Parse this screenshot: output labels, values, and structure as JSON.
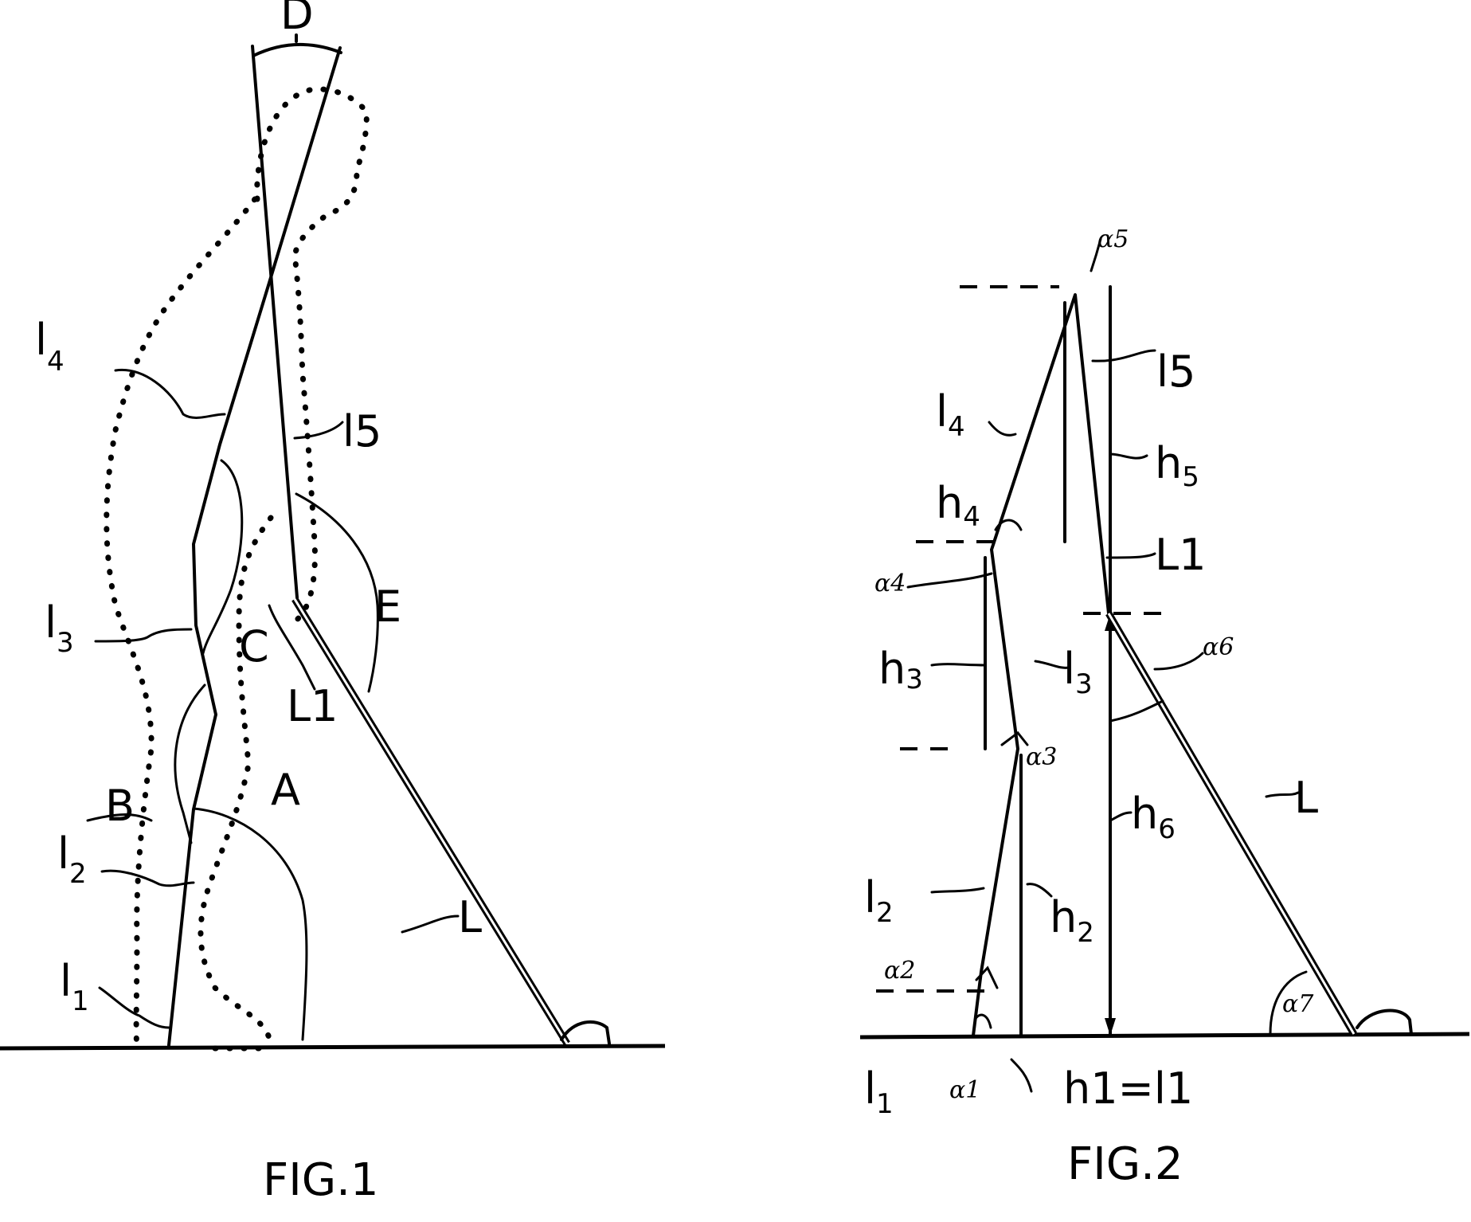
{
  "figures": [
    {
      "id": "fig1",
      "caption": "FIG.1",
      "labels": {
        "D": "D",
        "l4": "l",
        "l4_sub": "4",
        "l5": "l",
        "l5_sub": "5",
        "l3": "l",
        "l3_sub": "3",
        "l2": "l",
        "l2_sub": "2",
        "l1": "l",
        "l1_sub": "1",
        "A": "A",
        "B": "B",
        "C": "C",
        "E": "E",
        "L": "L",
        "L1": "L1"
      }
    },
    {
      "id": "fig2",
      "caption": "FIG.2",
      "labels": {
        "alpha5": "α5",
        "l5": "l",
        "l5_sub": "5",
        "l4": "l",
        "l4_sub": "4",
        "h5": "h",
        "h5_sub": "5",
        "h4": "h",
        "h4_sub": "4",
        "L1": "L1",
        "alpha4": "α4",
        "h3": "h",
        "h3_sub": "3",
        "l3": "l",
        "l3_sub": "3",
        "alpha6": "α6",
        "alpha3": "α3",
        "h6": "h",
        "h6_sub": "6",
        "L": "L",
        "l2": "l",
        "l2_sub": "2",
        "h2": "h",
        "h2_sub": "2",
        "alpha2": "α2",
        "alpha7": "α7",
        "l1": "l",
        "l1_sub": "1",
        "alpha1": "α1",
        "h1_eq": "h1=l1"
      }
    }
  ]
}
